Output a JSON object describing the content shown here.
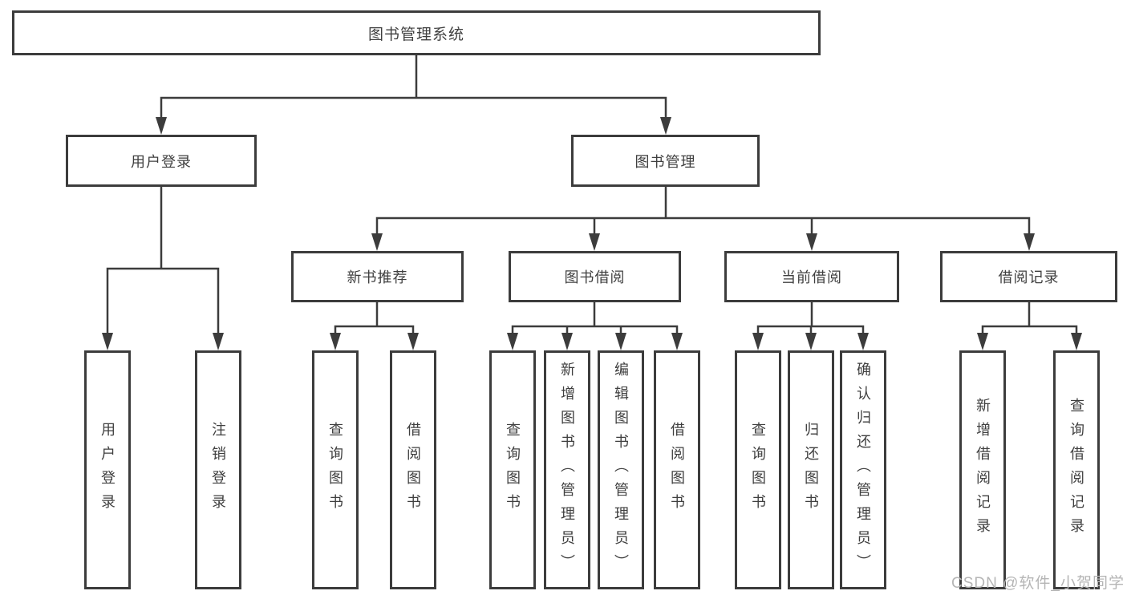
{
  "diagram": {
    "root": {
      "label": "图书管理系统"
    },
    "level2": [
      {
        "label": "用户登录"
      },
      {
        "label": "图书管理"
      }
    ],
    "level3": [
      {
        "label": "新书推荐"
      },
      {
        "label": "图书借阅"
      },
      {
        "label": "当前借阅"
      },
      {
        "label": "借阅记录"
      }
    ],
    "leaves": {
      "user_login": [
        {
          "label": "用户登录"
        },
        {
          "label": "注销登录"
        }
      ],
      "new_books": [
        {
          "label": "查询图书"
        },
        {
          "label": "借阅图书"
        }
      ],
      "book_borrow": [
        {
          "label": "查询图书"
        },
        {
          "label": "新增图书（管理员）"
        },
        {
          "label": "编辑图书（管理员）"
        },
        {
          "label": "借阅图书"
        }
      ],
      "current_borrow": [
        {
          "label": "查询图书"
        },
        {
          "label": "归还图书"
        },
        {
          "label": "确认归还（管理员）"
        }
      ],
      "borrow_records": [
        {
          "label": "新增借阅记录"
        },
        {
          "label": "查询借阅记录"
        }
      ]
    },
    "watermark": "CSDN @软件_小贺同学",
    "colors": {
      "line": "#3c3c3c",
      "text": "#3f3f3f",
      "background": "#ffffff",
      "watermark": "#b5b5b5"
    }
  }
}
